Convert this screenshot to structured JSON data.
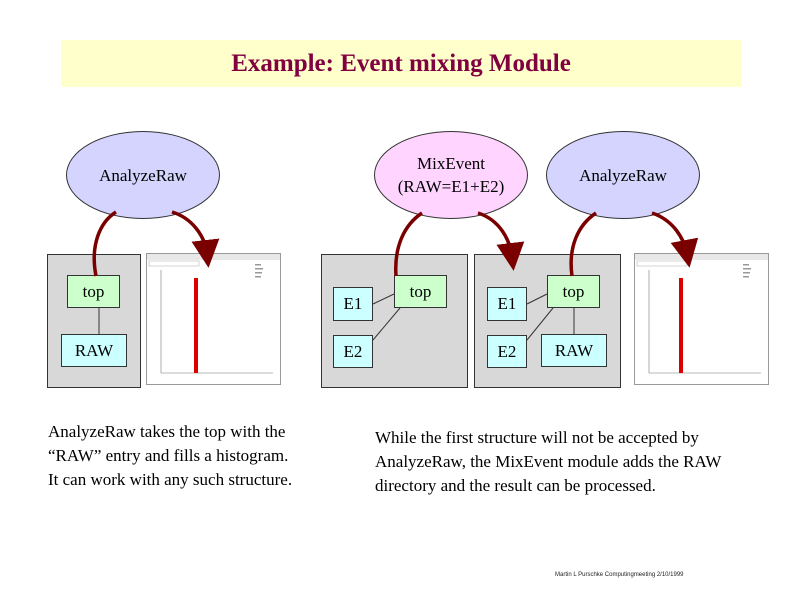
{
  "title": "Example: Event mixing Module",
  "left": {
    "module": "AnalyzeRaw",
    "nodes": {
      "top": "top",
      "raw": "RAW"
    },
    "caption": "AnalyzeRaw takes the top with the “RAW” entry and fills a histogram. It can work with any such structure."
  },
  "right": {
    "mix_module_line1": "MixEvent",
    "mix_module_line2": "(RAW=E1+E2)",
    "module": "AnalyzeRaw",
    "before": {
      "e1": "E1",
      "top": "top",
      "e2": "E2"
    },
    "after": {
      "e1": "E1",
      "top": "top",
      "e2": "E2",
      "raw": "RAW"
    },
    "caption": "While the first structure will not be accepted by AnalyzeRaw, the MixEvent module adds the RAW directory and the result can be processed."
  },
  "footer": "Martin L Purschke Computingmeeting 2/10/1999",
  "colors": {
    "title": "#800040",
    "title_bg": "#ffffcc",
    "analyze_ellipse": "#d4d4ff",
    "mix_ellipse": "#ffd4ff",
    "top_node": "#ccffcc",
    "data_node": "#ccffff",
    "panel": "#d8d8d8",
    "arrow": "#7a0000",
    "histogram_bar": "#dd0000"
  }
}
